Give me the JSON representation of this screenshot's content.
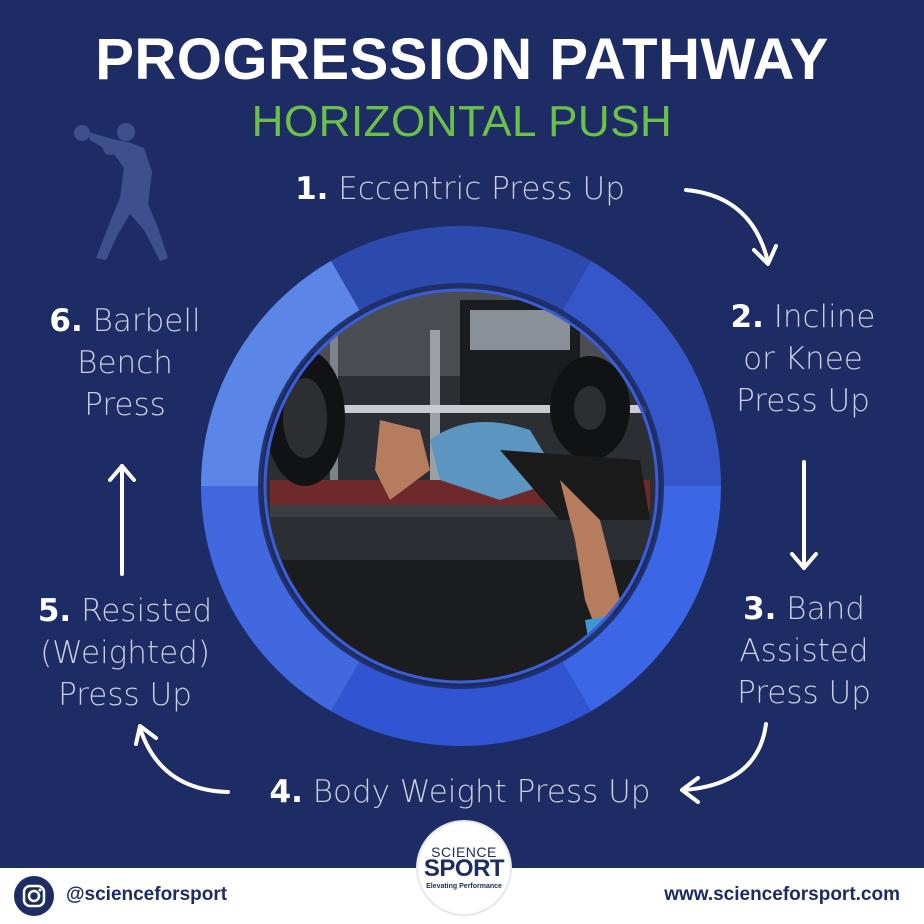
{
  "header": {
    "title": "PROGRESSION PATHWAY",
    "subtitle": "HORIZONTAL PUSH"
  },
  "steps": [
    {
      "num": "1.",
      "lines": [
        "Eccentric Press Up"
      ]
    },
    {
      "num": "2.",
      "lines": [
        "Incline",
        "or Knee",
        "Press Up"
      ]
    },
    {
      "num": "3.",
      "lines": [
        "Band",
        "Assisted",
        "Press Up"
      ]
    },
    {
      "num": "4.",
      "lines": [
        "Body Weight Press Up"
      ]
    },
    {
      "num": "5.",
      "lines": [
        "Resisted",
        "(Weighted)",
        "Press Up"
      ]
    },
    {
      "num": "6.",
      "lines": [
        "Barbell",
        "Bench",
        "Press"
      ]
    }
  ],
  "footer": {
    "handle": "@scienceforsport",
    "website": "www.scienceforsport.com",
    "logo_top": "SCIENCE",
    "logo_mid": "SPORT",
    "logo_tag": "Elevating Performance"
  },
  "icons": {
    "instagram": "instagram-icon",
    "boxer": "boxer-silhouette-icon",
    "arrows": "curved-arrow-icon"
  },
  "colors": {
    "background": "#1d2c64",
    "subtitle": "#6cc04a",
    "ring_segments": [
      "#2c49ad",
      "#3556c9",
      "#3b66e6",
      "#3155d2",
      "#4168df",
      "#5b86e8"
    ]
  }
}
